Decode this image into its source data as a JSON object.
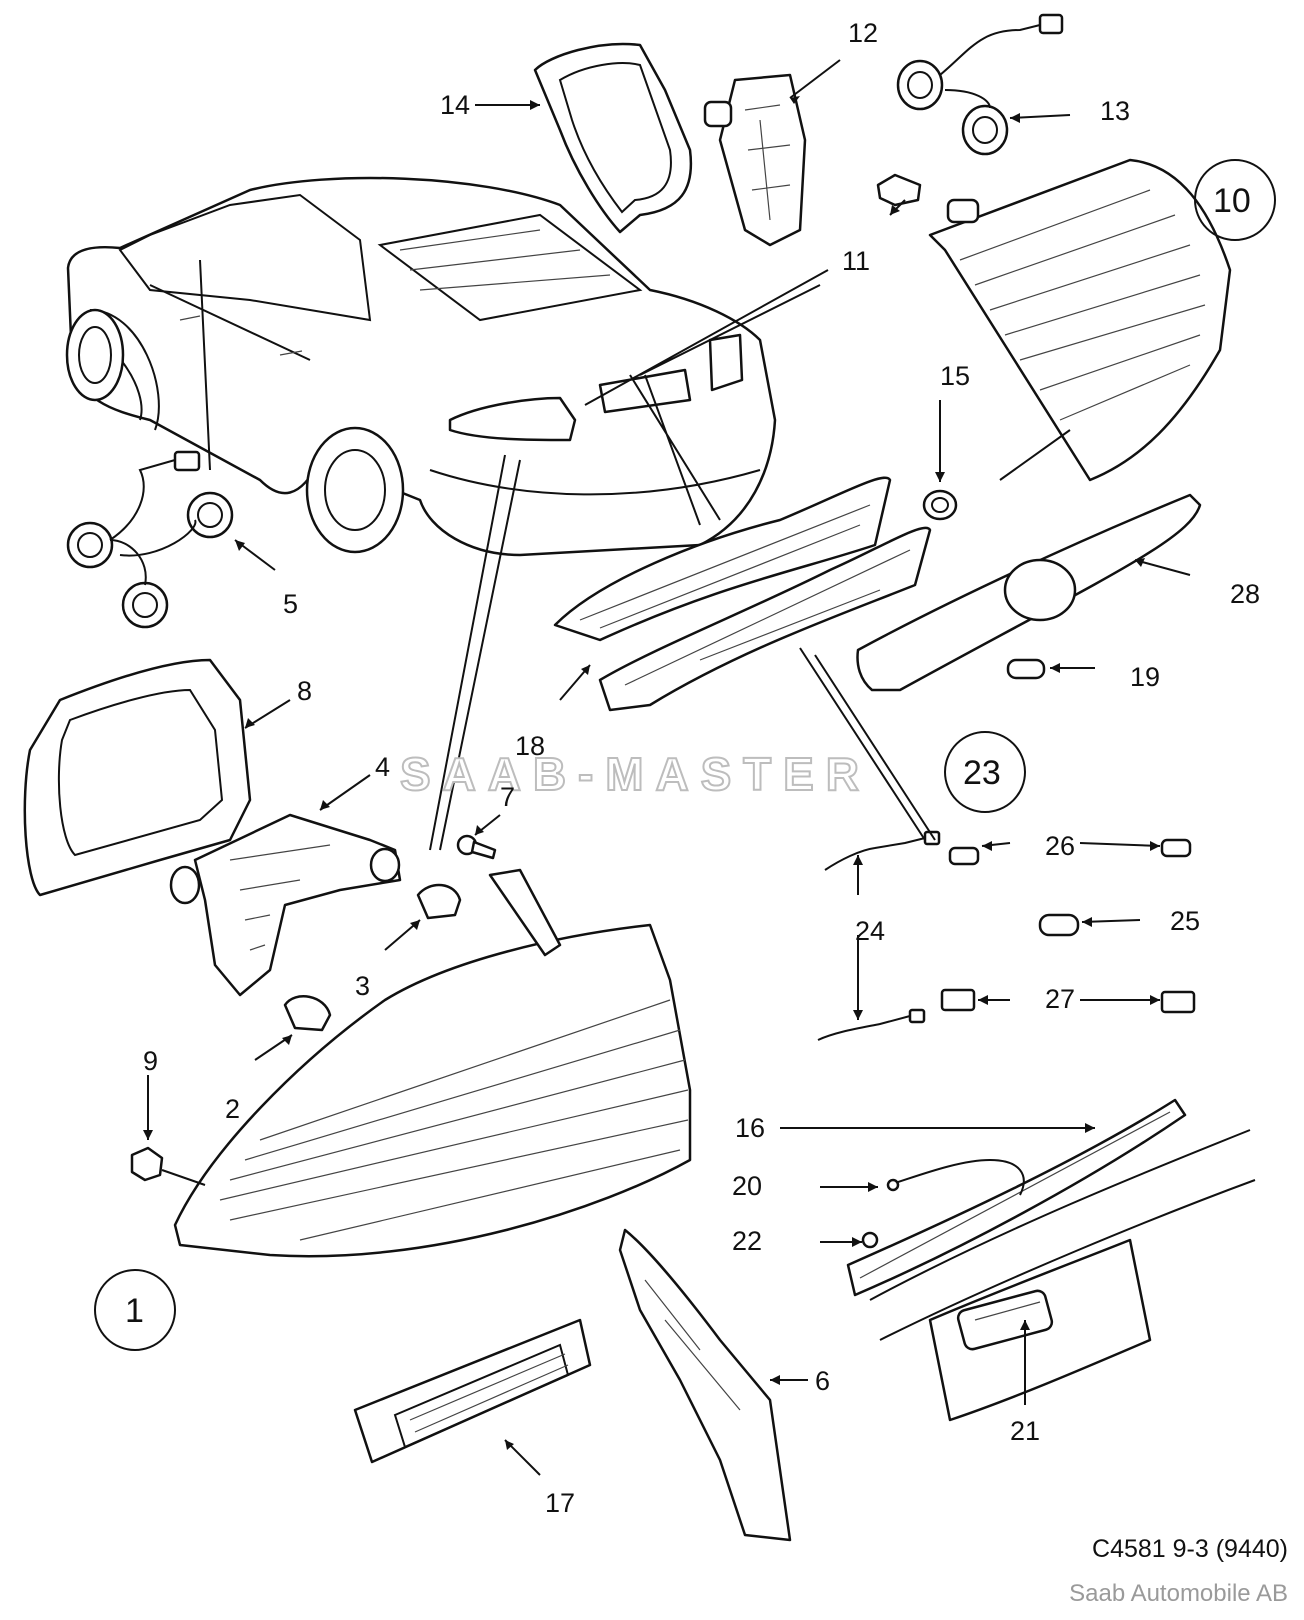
{
  "watermark": "SAAB-MASTER",
  "diagram_code": "C4581 9-3 (9440)",
  "manufacturer": "Saab Automobile AB",
  "callouts": [
    "1",
    "2",
    "3",
    "4",
    "5",
    "6",
    "7",
    "8",
    "9",
    "10",
    "11",
    "12",
    "13",
    "14",
    "15",
    "16",
    "17",
    "18",
    "19",
    "20",
    "21",
    "22",
    "23",
    "24",
    "25",
    "26",
    "27",
    "28"
  ],
  "circled_callouts": [
    "1",
    "10",
    "23"
  ],
  "colors": {
    "line": "#111111",
    "watermark_edge": "#bdbdbd",
    "footer_gray": "#9a9a9a"
  }
}
